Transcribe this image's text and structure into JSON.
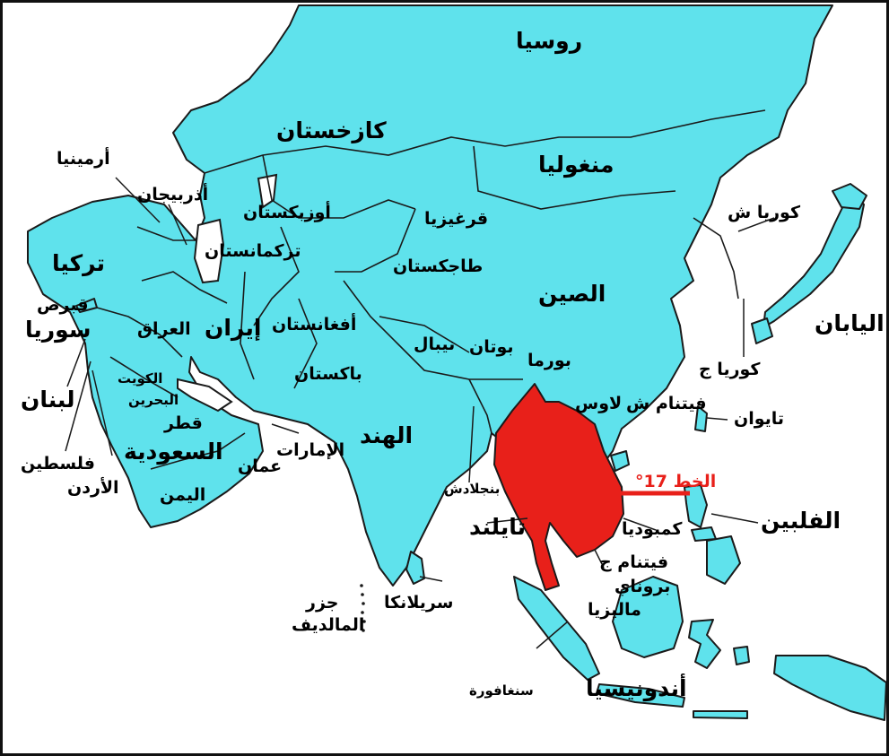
{
  "colors": {
    "land": "#5fe2ec",
    "highlight": "#e8201a",
    "border": "#1a1a1a",
    "sea": "#ffffff"
  },
  "labels": {
    "russia": "روسيا",
    "kazakhstan": "كازخستان",
    "mongolia": "منغوليا",
    "china": "الصين",
    "north_korea": "كوريا ش",
    "south_korea": "كوريا ج",
    "japan": "اليابان",
    "taiwan": "تايوان",
    "philippines": "الفلبين",
    "armenia": "أرمينيا",
    "azerbaijan": "أذربيجان",
    "uzbekistan": "أوزبكستان",
    "turkmenistan": "تركمانستان",
    "kyrgyzstan": "قرغيزيا",
    "tajikistan": "طاجكستان",
    "turkey": "تركيا",
    "cyprus": "قبرص",
    "syria": "سوريا",
    "iraq": "العراق",
    "iran": "إيران",
    "afghanistan": "أفغانستان",
    "pakistan": "باكستان",
    "nepal": "نيبال",
    "bhutan": "بوتان",
    "burma": "بورما",
    "laos": "لاوس",
    "north_vietnam": "فيتنام ش",
    "lebanon": "لبنان",
    "kuwait": "الكويت",
    "bahrain": "البحرين",
    "qatar": "قطر",
    "palestine": "فلسطين",
    "jordan": "الأردن",
    "saudi": "السعودية",
    "oman": "عمان",
    "emirates": "الإمارات",
    "yemen": "اليمن",
    "india": "الهند",
    "bangladesh": "بنجلادش",
    "thailand": "تايلند",
    "cambodia": "كمبوديا",
    "south_vietnam": "فيتنام ج",
    "brunei": "بروناي",
    "malaysia": "ماليزيا",
    "sri_lanka": "سريلانكا",
    "maldives_1": "جزر",
    "maldives_2": "المالديف",
    "singapore": "سنغافورة",
    "indonesia": "أندونيسيا",
    "parallel_17": "الخط 17°"
  }
}
